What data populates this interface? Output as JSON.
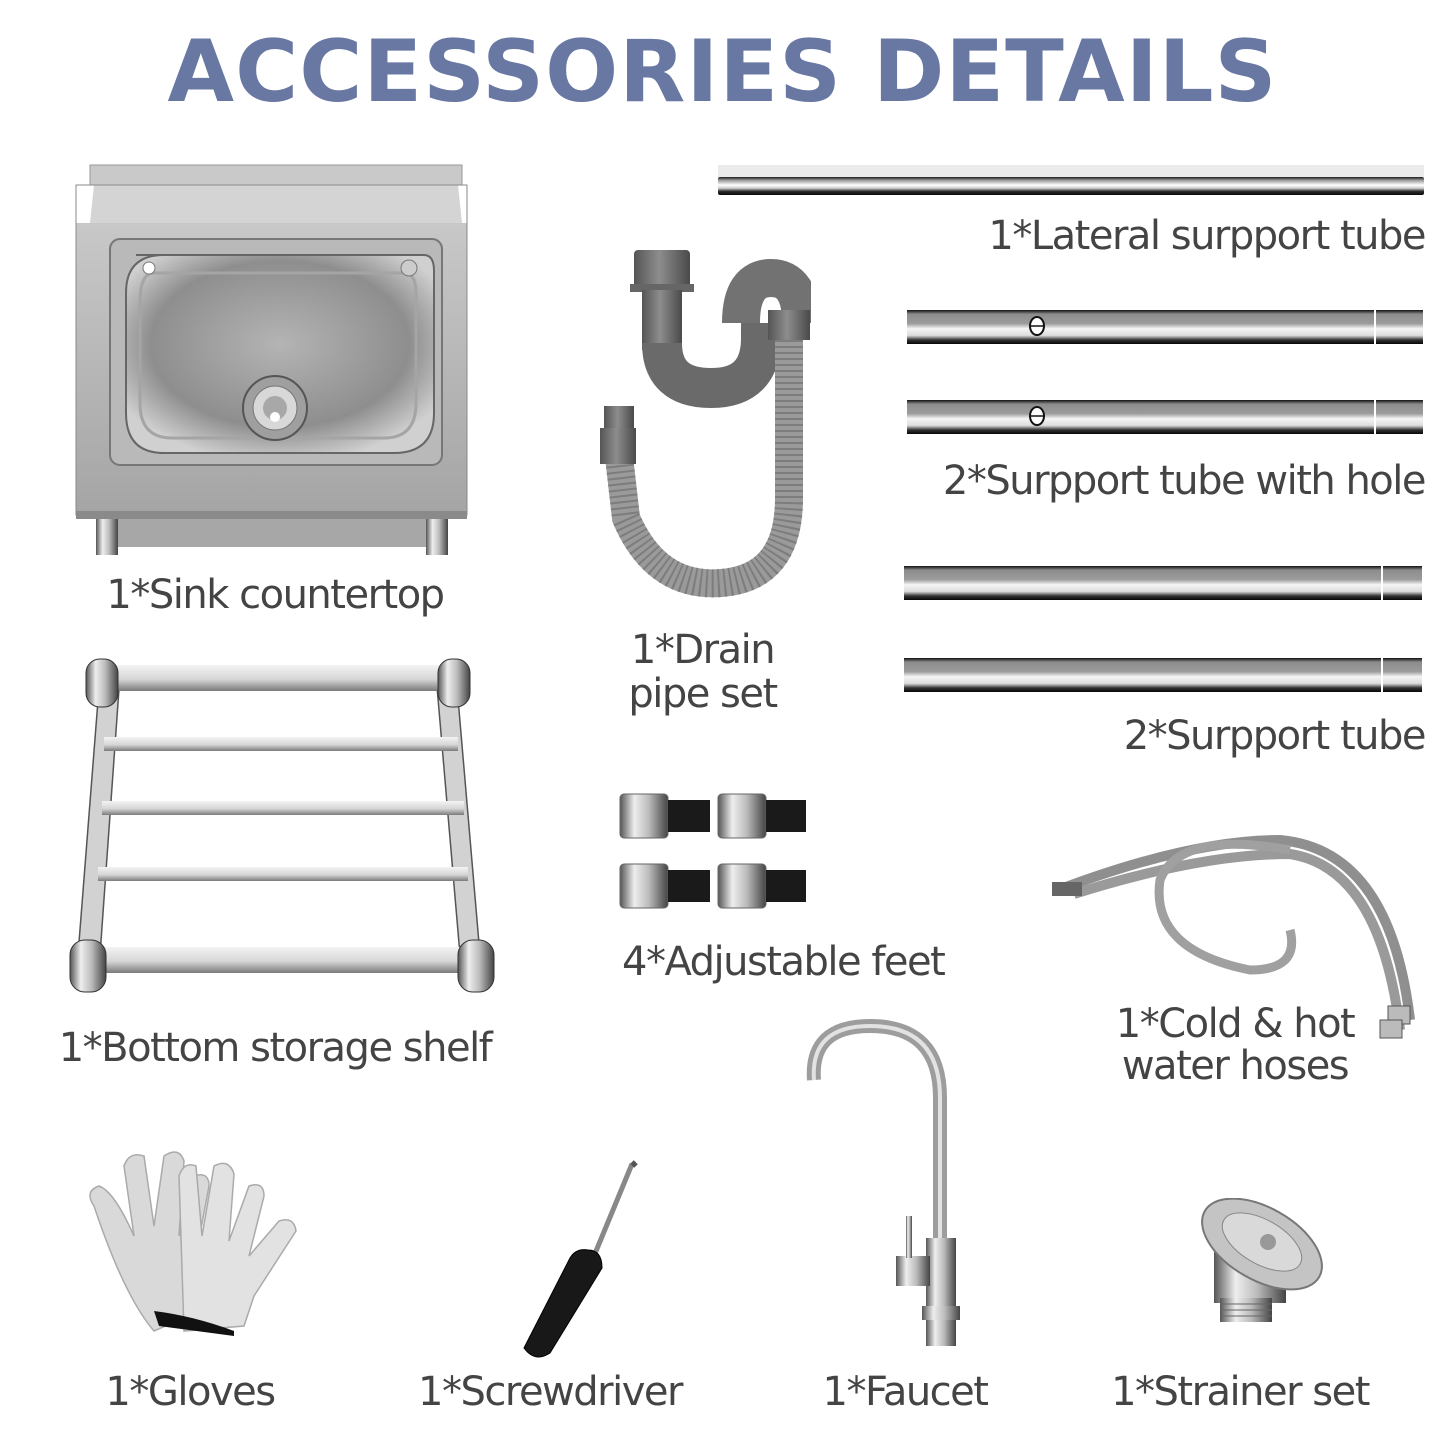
{
  "title": "ACCESSORIES DETAILS",
  "colors": {
    "title": "#6878a3",
    "label": "#444444",
    "background": "#ffffff",
    "steel": "#b8b8b8",
    "drain_pipe": "#7a7a7a"
  },
  "items": [
    {
      "id": "sink-countertop",
      "quantity": 1,
      "label": "1*Sink countertop",
      "icon": "sink-icon"
    },
    {
      "id": "lateral-support-tube",
      "quantity": 1,
      "label": "1*Lateral surpport tube",
      "icon": "tube-icon"
    },
    {
      "id": "drain-pipe-set",
      "quantity": 1,
      "label_line1": "1*Drain",
      "label_line2": "pipe set",
      "icon": "drain-pipe-icon"
    },
    {
      "id": "support-tube-with-hole",
      "quantity": 2,
      "label": "2*Surpport tube with hole",
      "icon": "tube-with-hole-icon"
    },
    {
      "id": "support-tube",
      "quantity": 2,
      "label": "2*Surpport tube",
      "icon": "tube-icon"
    },
    {
      "id": "bottom-storage-shelf",
      "quantity": 1,
      "label": "1*Bottom storage shelf",
      "icon": "shelf-icon"
    },
    {
      "id": "adjustable-feet",
      "quantity": 4,
      "label": "4*Adjustable feet",
      "icon": "adjustable-foot-icon"
    },
    {
      "id": "water-hoses",
      "quantity": 1,
      "label_line1": "1*Cold & hot",
      "label_line2": "water hoses",
      "icon": "braided-hose-icon"
    },
    {
      "id": "gloves",
      "quantity": 1,
      "label": "1*Gloves",
      "icon": "gloves-icon"
    },
    {
      "id": "screwdriver",
      "quantity": 1,
      "label": "1*Screwdriver",
      "icon": "screwdriver-icon"
    },
    {
      "id": "faucet",
      "quantity": 1,
      "label": "1*Faucet",
      "icon": "faucet-icon"
    },
    {
      "id": "strainer-set",
      "quantity": 1,
      "label": "1*Strainer set",
      "icon": "strainer-icon"
    }
  ]
}
